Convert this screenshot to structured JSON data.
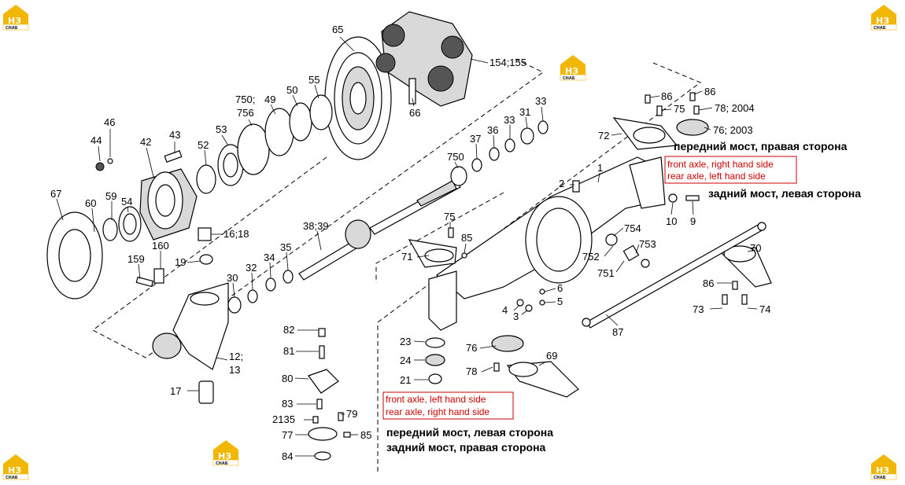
{
  "logos": {
    "text": "НЗ",
    "sub": "СНАБ",
    "yellow": "#f2b705"
  },
  "callouts": {
    "c65": "65",
    "c154": "154;155",
    "c66": "66",
    "c55": "55",
    "c50": "50",
    "c49": "49",
    "c750a": "750;",
    "c756": "756",
    "c53": "53",
    "c52": "52",
    "c43": "43",
    "c42": "42",
    "c46": "46",
    "c44": "44",
    "c54": "54",
    "c59": "59",
    "c60": "60",
    "c67": "67",
    "c160": "160",
    "c159": "159",
    "c19": "19",
    "c1618": "16;18",
    "c30": "30",
    "c32": "32",
    "c34": "34",
    "c35": "35",
    "c3839": "38;39",
    "c12": "12;",
    "c13": "13",
    "c17": "17",
    "c750b": "750",
    "c37": "37",
    "c36": "36",
    "c33a": "33",
    "c31": "31",
    "c33b": "33",
    "c1": "1",
    "c2": "2",
    "c75a": "75",
    "c85a": "85",
    "c71": "71",
    "c6": "6",
    "c5": "5",
    "c4": "4",
    "c3": "3",
    "c86a": "86",
    "c75b": "75",
    "c86b": "86",
    "c782004": "78; 2004",
    "c762003": "76; 2003",
    "c72": "72",
    "c10": "10",
    "c9": "9",
    "c754": "754",
    "c752": "752",
    "c753": "753",
    "c751": "751",
    "c70": "70",
    "c86c": "86",
    "c73": "73",
    "c74": "74",
    "c87": "87",
    "c23": "23",
    "c24": "24",
    "c21": "21",
    "c76": "76",
    "c78": "78",
    "c69": "69",
    "c82": "82",
    "c81": "81",
    "c80": "80",
    "c83": "83",
    "c2135": "2135",
    "c79": "79",
    "c77": "77",
    "c85b": "85",
    "c84": "84"
  },
  "labels": {
    "front_right_ru": "передний мост, правая сторона",
    "front_right_en": "front axle, right hand side",
    "rear_left_en": "rear axle, left hand side",
    "rear_left_ru": "задний мост, левая сторона",
    "front_left_en": "front axle, left hand side",
    "rear_right_en": "rear axle, right hand side",
    "front_left_ru": "передний мост, левая сторона",
    "rear_right_ru": "задний мост, правая сторона"
  }
}
